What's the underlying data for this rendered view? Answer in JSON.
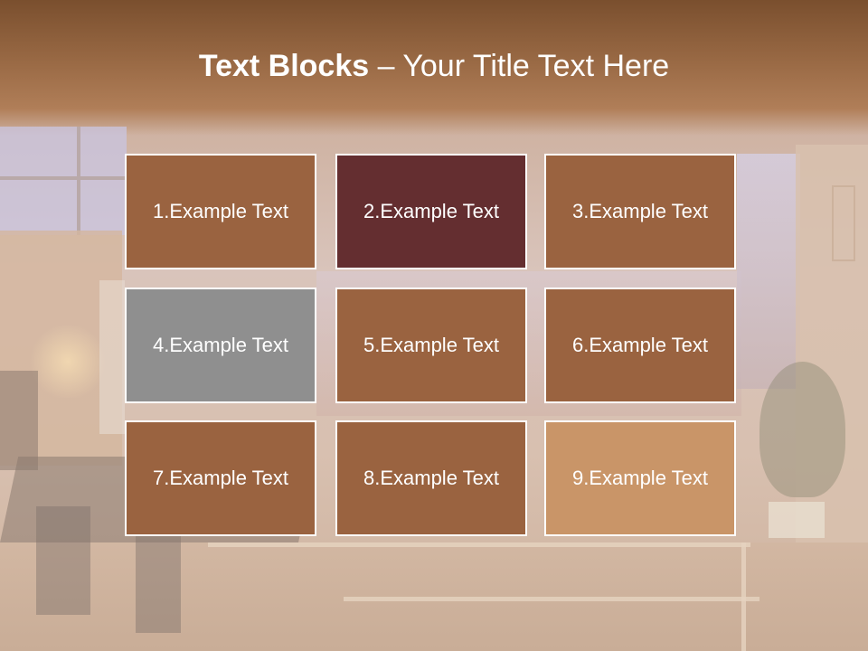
{
  "title": {
    "bold": "Text Blocks",
    "dash": " – ",
    "light": "Your Title Text Here"
  },
  "blocks": [
    {
      "label": "1.Example Text",
      "color": "#9a6340"
    },
    {
      "label": "2.Example Text",
      "color": "#642e30"
    },
    {
      "label": "3.Example Text",
      "color": "#9a6340"
    },
    {
      "label": "4.Example Text",
      "color": "#8f8f8f"
    },
    {
      "label": "5.Example Text",
      "color": "#9a6340"
    },
    {
      "label": "6.Example Text",
      "color": "#9a6340"
    },
    {
      "label": "7.Example Text",
      "color": "#9a6340"
    },
    {
      "label": "8.Example Text",
      "color": "#9a6340"
    },
    {
      "label": "9.Example Text",
      "color": "#c99568"
    }
  ]
}
